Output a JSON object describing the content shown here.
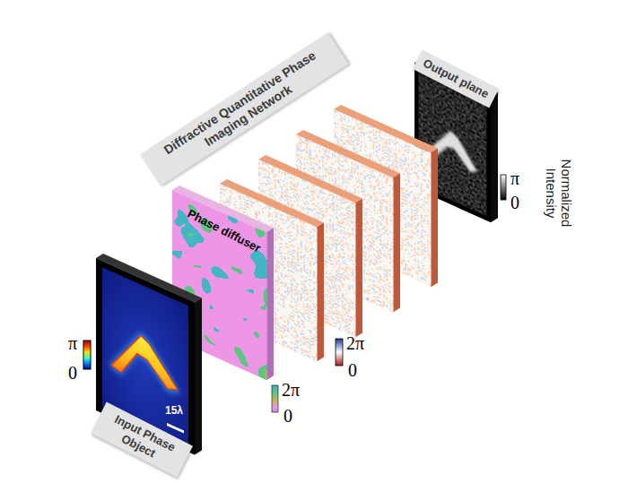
{
  "diagram": {
    "nodes": [
      {
        "text": [
          "Diffractive Quantitative Phase Imaging Network"
        ]
      },
      {
        "text": [
          "Output plane"
        ]
      },
      {
        "text": [
          "Phase diffuser"
        ]
      },
      {
        "text": [
          "Input Phase Object"
        ]
      }
    ],
    "labels": [
      "π",
      "0",
      "Normalized Intensity",
      "2π",
      "0",
      "2π",
      "0",
      "π",
      "0",
      "15λ"
    ]
  }
}
